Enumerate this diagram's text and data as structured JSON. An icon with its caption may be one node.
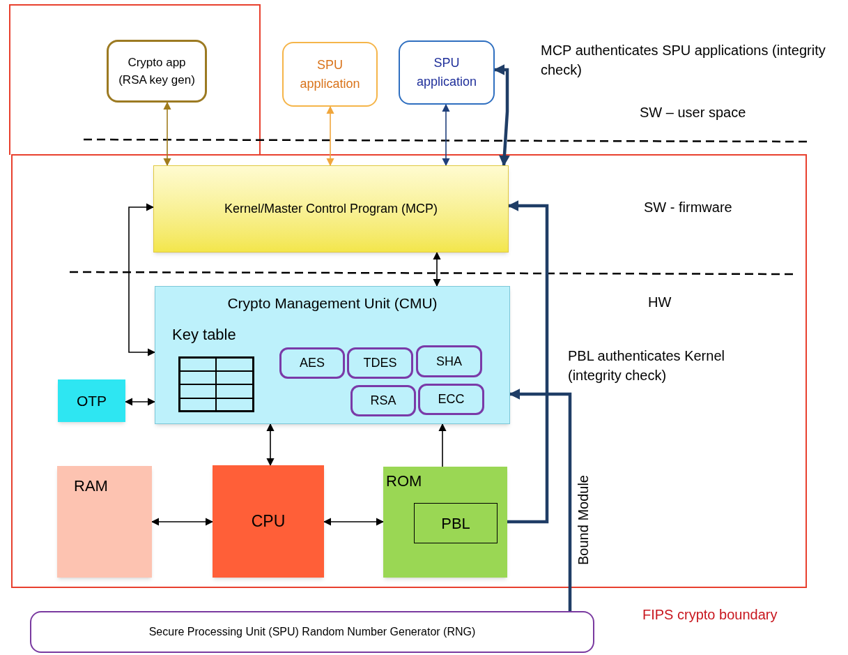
{
  "diagram": {
    "nodes": [
      {
        "text": [
          "Crypto app (RSA key gen)"
        ]
      },
      {
        "text": [
          "SPU application"
        ]
      },
      {
        "text": [
          "SPU application"
        ]
      },
      {
        "text": [
          "Kernel/Master Control Program (MCP)"
        ]
      },
      {
        "text": [
          "Crypto Management Unit (CMU)"
        ]
      },
      {
        "text": [
          "Key table"
        ],
        "in": 4
      },
      {
        "text": [
          "AES"
        ],
        "in": 4
      },
      {
        "text": [
          "TDES"
        ],
        "in": 4
      },
      {
        "text": [
          "SHA"
        ],
        "in": 4
      },
      {
        "text": [
          "RSA"
        ],
        "in": 4
      },
      {
        "text": [
          "ECC"
        ],
        "in": 4
      },
      {
        "text": [
          "OTP"
        ]
      },
      {
        "text": [
          "RAM"
        ]
      },
      {
        "text": [
          "CPU"
        ]
      },
      {
        "text": [
          "ROM"
        ]
      },
      {
        "text": [
          "PBL"
        ],
        "in": 14
      },
      {
        "text": [
          "Secure Processing Unit (SPU) Random Number Generator (RNG)"
        ]
      }
    ],
    "edges": [
      {
        "from": 0,
        "to": 3,
        "arrow": "both",
        "color": "#a07c1c"
      },
      {
        "from": 1,
        "to": 3,
        "arrow": "both",
        "color": "#f0a63c"
      },
      {
        "from": 2,
        "to": 3,
        "arrow": "both",
        "color": "#1f3f7a"
      },
      {
        "from": 2,
        "to": 3,
        "arrow": "both",
        "style": "thick",
        "color": "#1f3d66"
      },
      {
        "from": 3,
        "to": 4,
        "arrow": "both"
      },
      {
        "from": 3,
        "to": 4,
        "arrow": "both"
      },
      {
        "from": 11,
        "to": 4,
        "arrow": "both"
      },
      {
        "from": 4,
        "to": 13,
        "arrow": "both"
      },
      {
        "from": 4,
        "to": 15,
        "arrow": "both"
      },
      {
        "from": 12,
        "to": 13,
        "arrow": "both"
      },
      {
        "from": 13,
        "to": 14,
        "arrow": "both"
      },
      {
        "from": 15,
        "to": 3,
        "arrow": "both",
        "style": "thick",
        "color": "#1f3d66"
      },
      {
        "from": 16,
        "to": 4,
        "arrow": "to",
        "style": "thick",
        "color": "#1f3d66"
      }
    ],
    "labels": [
      "MCP authenticates SPU applications (integrity check)",
      "SW – user space",
      "SW - firmware",
      "HW",
      "PBL authenticates Kernel (integrity check)",
      "Bound Module",
      "FIPS crypto boundary"
    ]
  }
}
